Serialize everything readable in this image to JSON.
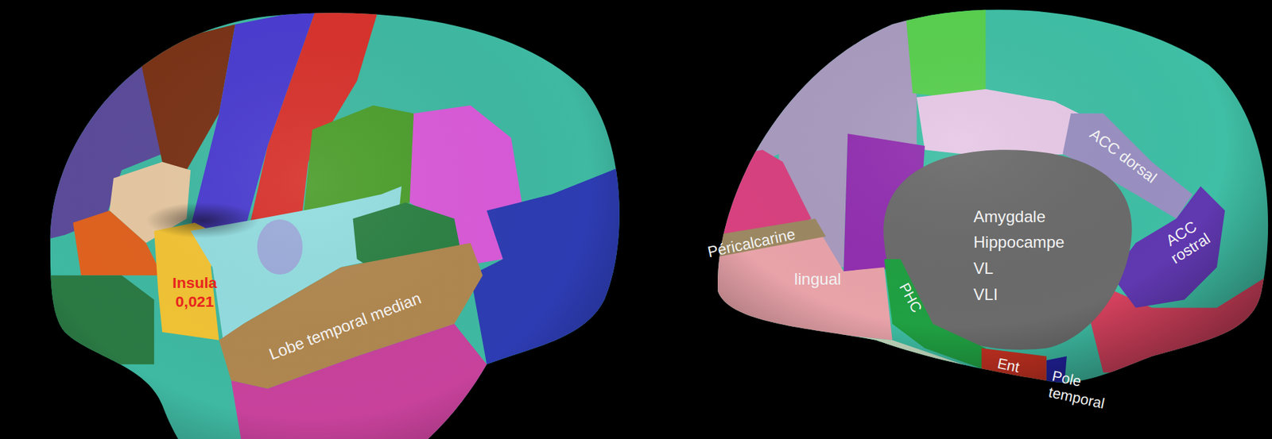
{
  "diagram": {
    "labels": [
      "Insula",
      "0,021",
      "Lobe temporal median",
      "Péricalcarine",
      "lingual",
      "PHC",
      "Ent",
      "Pole temporal",
      "ACC dorsal",
      "ACC rostral",
      "Amygdale",
      "Hippocampe",
      "VL",
      "VLI"
    ]
  }
}
